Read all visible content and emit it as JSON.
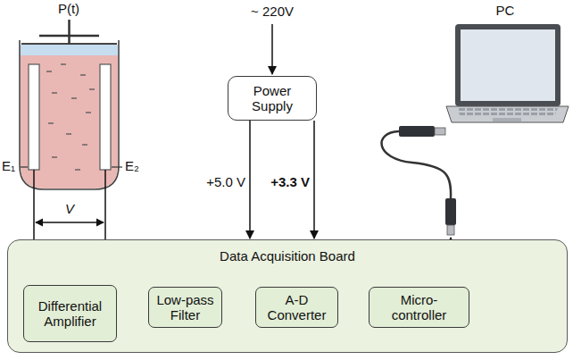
{
  "diagram": {
    "nodes": [
      {
        "text": [
          "Power Supply"
        ]
      },
      {
        "text": [
          "Data Acquisition Board"
        ]
      },
      {
        "text": [
          "Differential Amplifier"
        ],
        "in": 1
      },
      {
        "text": [
          "Low-pass Filter"
        ],
        "in": 1
      },
      {
        "text": [
          "A-D Converter"
        ],
        "in": 1
      },
      {
        "text": [
          "Micro- controller"
        ],
        "in": 1
      }
    ],
    "edges": [
      {
        "from": 0,
        "to": 1,
        "label": "+5.0 V",
        "arrow": "to"
      },
      {
        "from": 0,
        "to": 1,
        "label": "+3.3 V",
        "arrow": "to"
      },
      {
        "from": 2,
        "to": 3,
        "arrow": "to"
      },
      {
        "from": 3,
        "to": 4,
        "arrow": "to"
      },
      {
        "from": 4,
        "to": 5,
        "arrow": "to"
      }
    ],
    "labels": [
      "P(t)",
      "E₁",
      "E₂",
      "V",
      "~ 220V",
      "PC"
    ]
  }
}
